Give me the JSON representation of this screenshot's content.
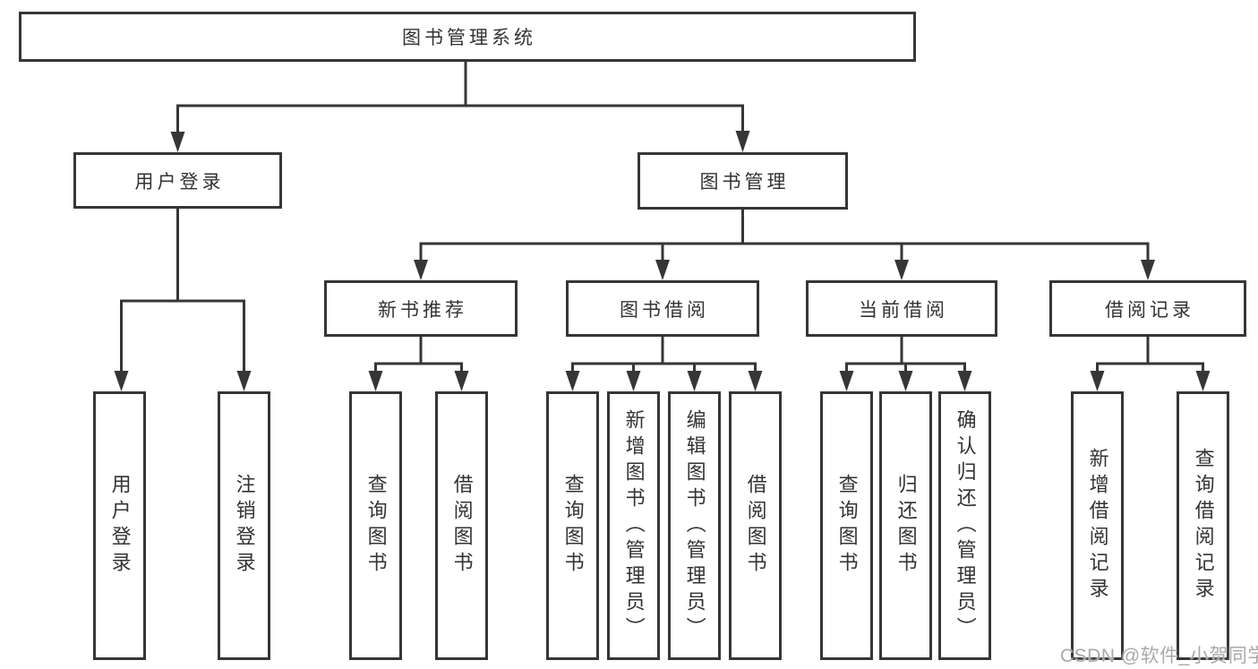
{
  "tree": {
    "root": {
      "label": "图书管理系统",
      "children": [
        {
          "label": "用户登录",
          "children": [
            {
              "label": "用户登录"
            },
            {
              "label": "注销登录"
            }
          ]
        },
        {
          "label": "图书管理",
          "children": [
            {
              "label": "新书推荐",
              "children": [
                {
                  "label": "查询图书"
                },
                {
                  "label": "借阅图书"
                }
              ]
            },
            {
              "label": "图书借阅",
              "children": [
                {
                  "label": "查询图书"
                },
                {
                  "label": "新增图书（管理员）"
                },
                {
                  "label": "编辑图书（管理员）"
                },
                {
                  "label": "借阅图书"
                }
              ]
            },
            {
              "label": "当前借阅",
              "children": [
                {
                  "label": "查询图书"
                },
                {
                  "label": "归还图书"
                },
                {
                  "label": "确认归还（管理员）"
                }
              ]
            },
            {
              "label": "借阅记录",
              "children": [
                {
                  "label": "新增借阅记录"
                },
                {
                  "label": "查询借阅记录"
                }
              ]
            }
          ]
        }
      ]
    }
  },
  "watermark": {
    "text": "CSDN @软件_小贺同学"
  },
  "colors": {
    "line": "#363636",
    "box_border": "#363636",
    "text": "#333333",
    "watermark": "#a9a9a9",
    "background": "#ffffff"
  }
}
